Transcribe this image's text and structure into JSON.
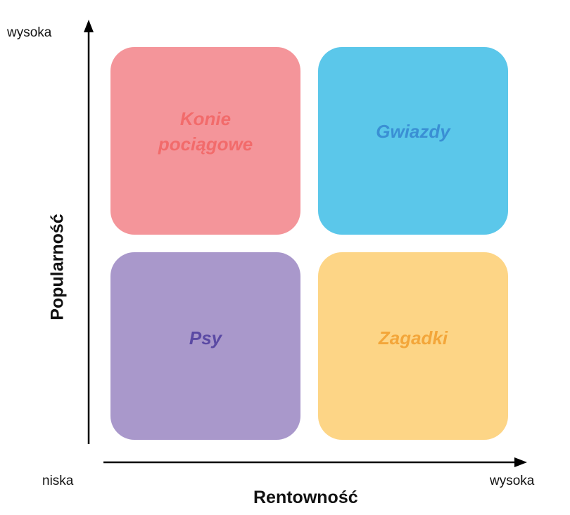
{
  "axes": {
    "y_title": "Popularność",
    "y_high": "wysoka",
    "x_title": "Rentowność",
    "x_low": "niska",
    "x_high": "wysoka"
  },
  "quadrants": {
    "top_left": {
      "label": "Konie\npociągowe",
      "bg": "#f4959a",
      "fg": "#f26b6b"
    },
    "top_right": {
      "label": "Gwiazdy",
      "bg": "#5bc7ea",
      "fg": "#3a8fd4"
    },
    "bottom_left": {
      "label": "Psy",
      "bg": "#a998cb",
      "fg": "#5b4aa4"
    },
    "bottom_right": {
      "label": "Zagadki",
      "bg": "#fdd586",
      "fg": "#f3a63a"
    }
  },
  "axis_color": "#000000"
}
